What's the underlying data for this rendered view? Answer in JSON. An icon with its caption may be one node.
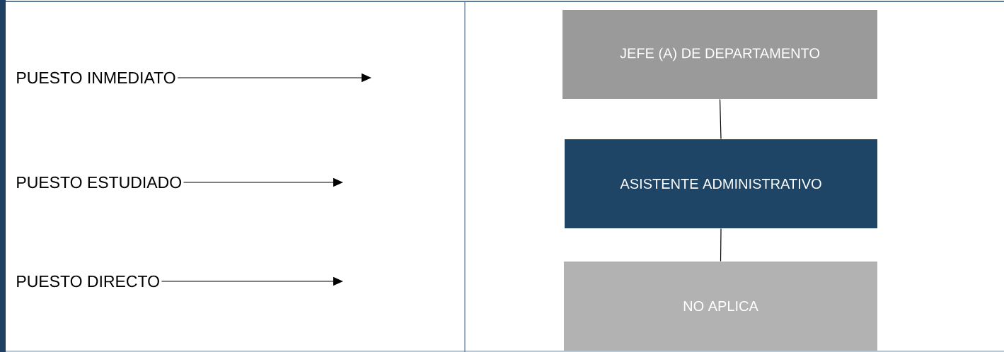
{
  "diagram": {
    "nodes": [
      {
        "text": [
          "PUESTO INMEDIATO"
        ]
      },
      {
        "text": [
          "PUESTO ESTUDIADO"
        ]
      },
      {
        "text": [
          "PUESTO DIRECTO"
        ]
      },
      {
        "text": [
          "JEFE (A) DE DEPARTAMENTO"
        ]
      },
      {
        "text": [
          "ASISTENTE ADMINISTRATIVO"
        ]
      },
      {
        "text": [
          "NO APLICA"
        ]
      }
    ],
    "edges": [
      {
        "from": 0,
        "to": null,
        "arrow": "to"
      },
      {
        "from": 1,
        "to": null,
        "arrow": "to"
      },
      {
        "from": 2,
        "to": null,
        "arrow": "to"
      },
      {
        "from": 3,
        "to": 4,
        "arrow": "none"
      },
      {
        "from": 4,
        "to": 5,
        "arrow": "none"
      }
    ]
  }
}
